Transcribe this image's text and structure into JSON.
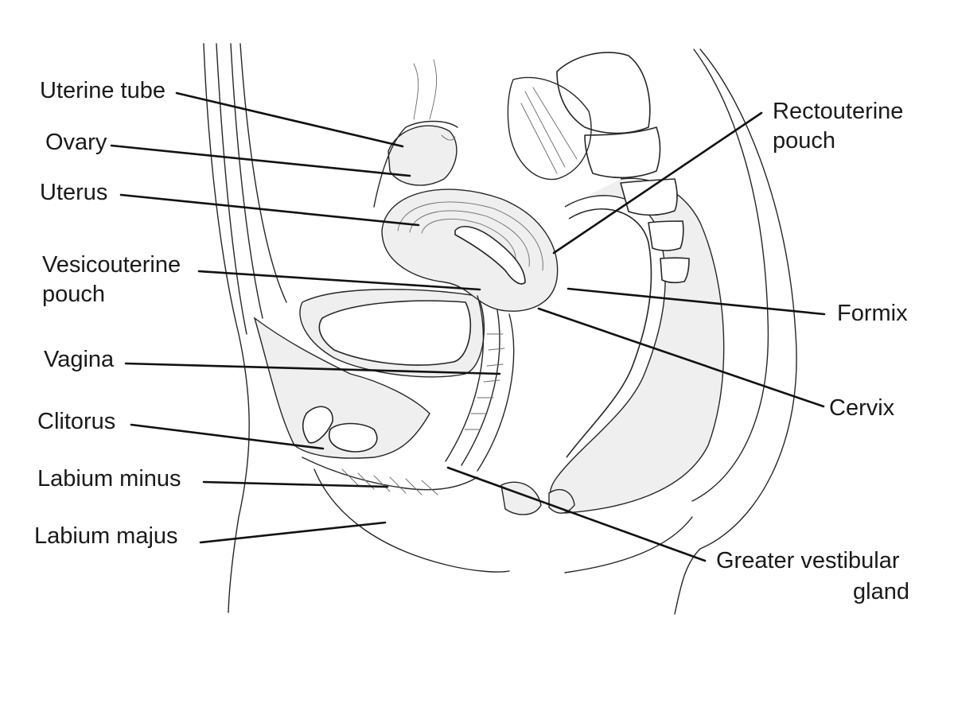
{
  "labels": {
    "uterine_tube": "Uterine tube",
    "ovary": "Ovary",
    "uterus": "Uterus",
    "vesicouterine_1": "Vesicouterine",
    "vesicouterine_2": "pouch",
    "vagina": "Vagina",
    "clitorus": "Clitorus",
    "labium_minus": "Labium minus",
    "labium_majus": "Labium majus",
    "rectouterine_1": "Rectouterine",
    "rectouterine_2": "pouch",
    "formix": "Formix",
    "cervix": "Cervix",
    "greater_vestibular_1": "Greater vestibular",
    "greater_vestibular_2": "gland"
  }
}
